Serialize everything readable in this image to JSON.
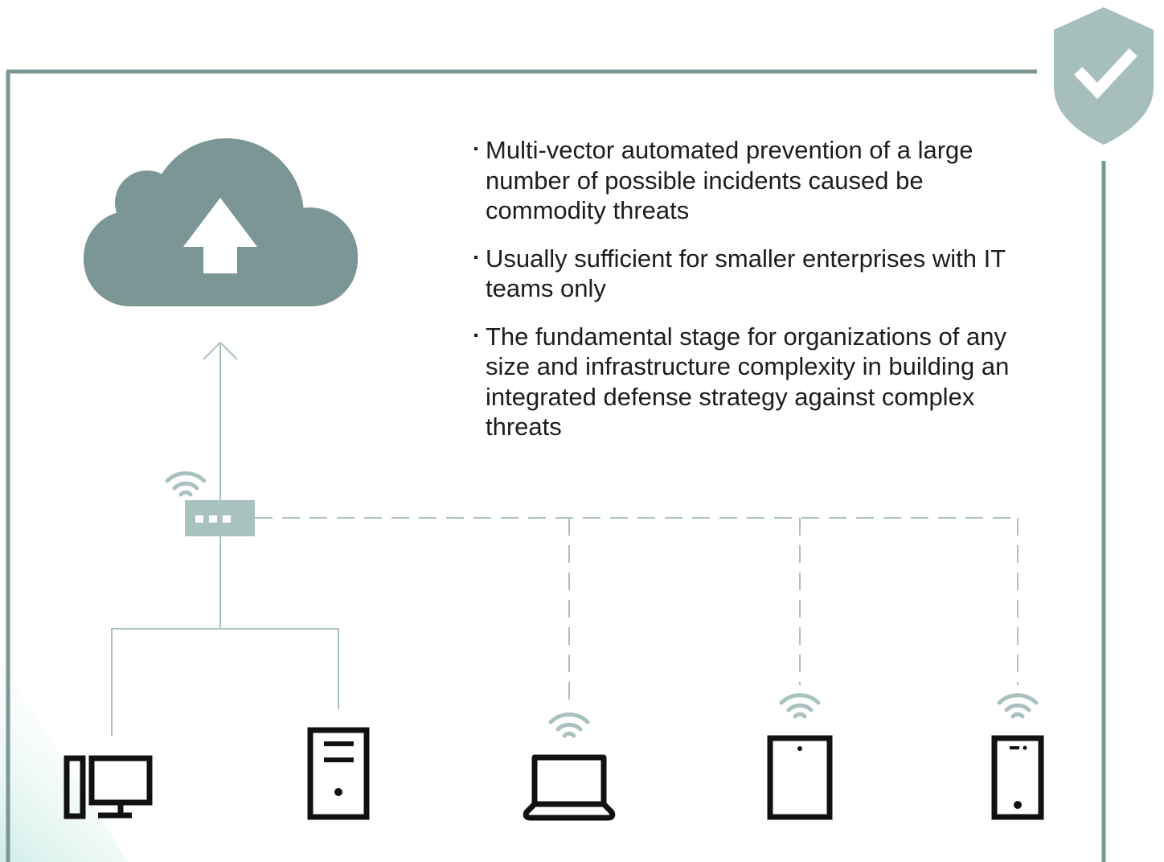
{
  "bullets": [
    "Multi-vector automated prevention of a large number of possible incidents caused be commodity threats",
    "Usually sufficient for smaller enterprises with IT teams only",
    "The fundamental stage for organizations of any size and infrastructure complexity in building an integrated defense strategy against complex threats"
  ],
  "colors": {
    "frame": "#7c9696",
    "cloud": "#7c9696",
    "shield": "#a6bfbd",
    "connector": "#a9c2c0",
    "device": "#111111",
    "corner_gradient": "#c9ebe4"
  },
  "icons": [
    "shield-check-icon",
    "cloud-upload-icon",
    "router-icon",
    "wifi-icon",
    "desktop-computer-icon",
    "server-tower-icon",
    "laptop-icon",
    "tablet-icon",
    "smartphone-icon"
  ]
}
